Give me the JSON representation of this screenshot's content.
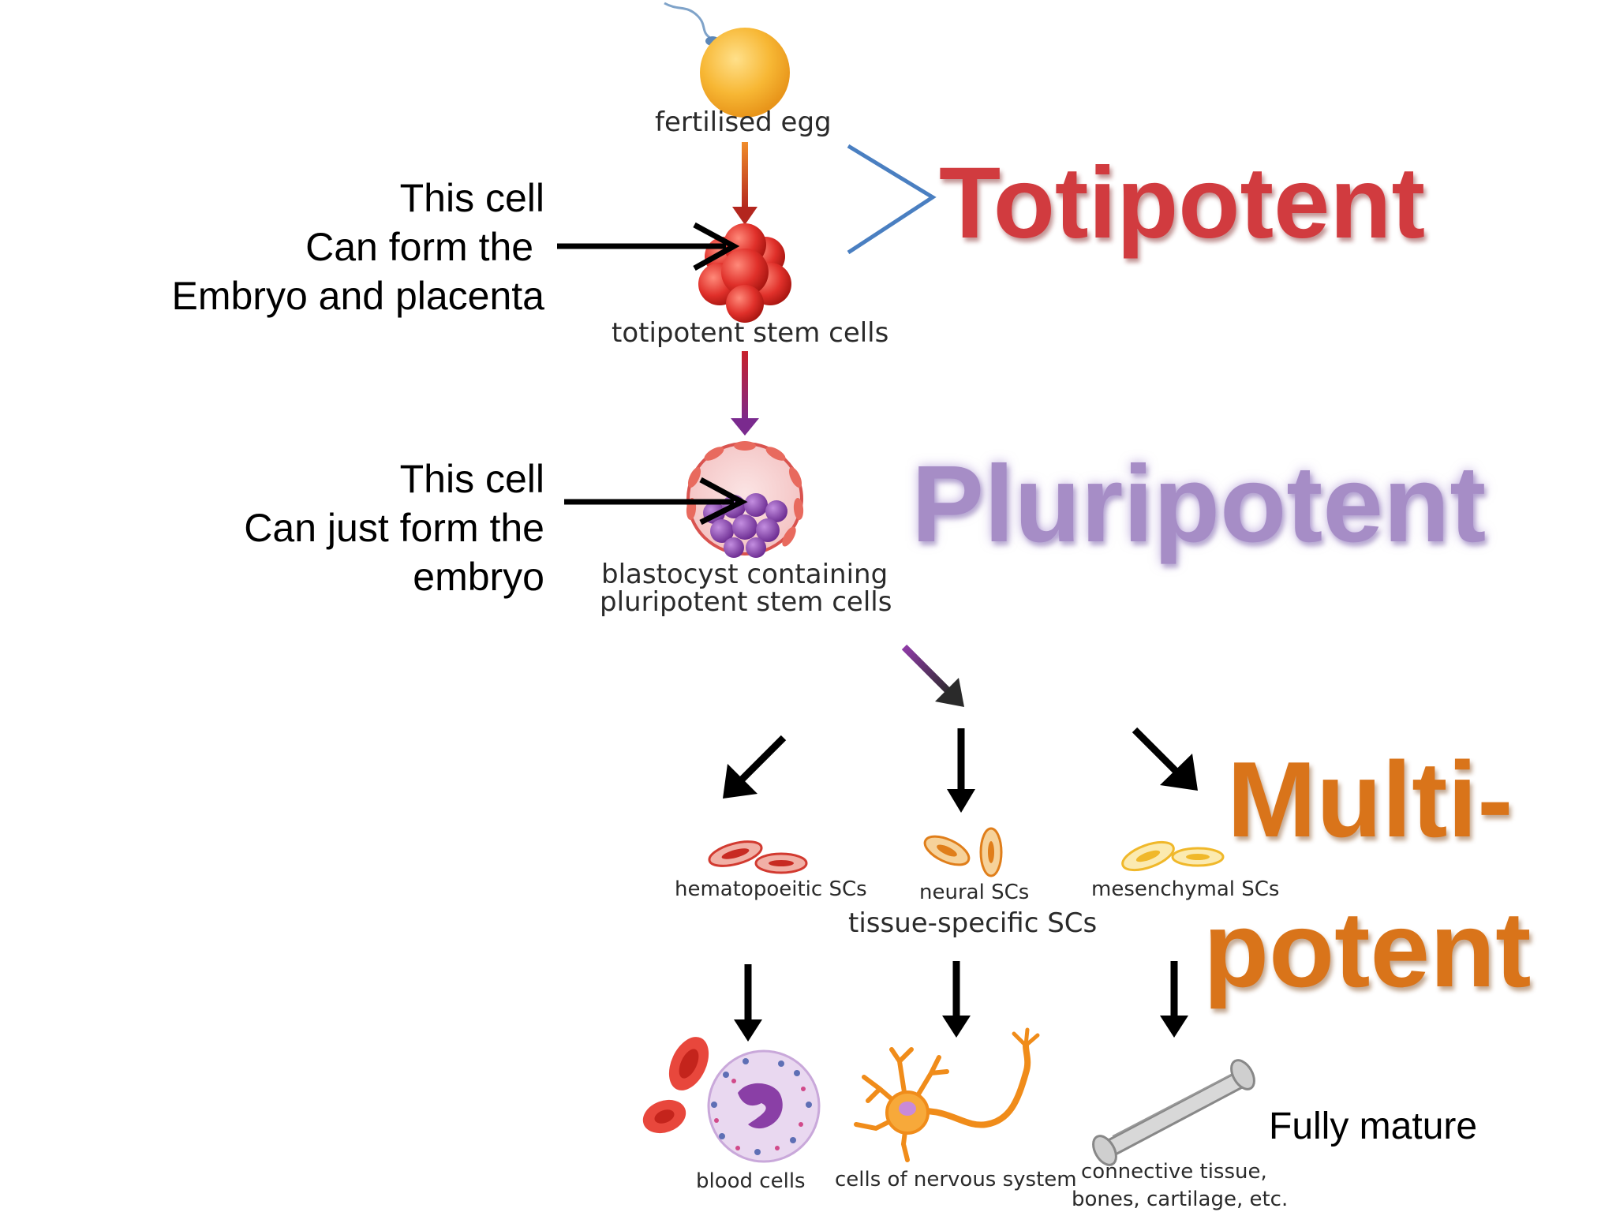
{
  "diagram": {
    "stages": {
      "fertilised_egg": "fertilised egg",
      "totipotent_cells": "totipotent stem cells",
      "blastocyst_line1": "blastocyst containing",
      "blastocyst_line2": "pluripotent stem cells",
      "hematopoietic": "hematopoeitic SCs",
      "neural": "neural SCs",
      "mesenchymal": "mesenchymal SCs",
      "tissue_specific": "tissue-specific SCs",
      "blood_cells": "blood cells",
      "nervous_cells": "cells of nervous system",
      "connective_line1": "connective tissue,",
      "connective_line2": "bones, cartilage, etc."
    },
    "notes": {
      "totipotent_note": [
        "This cell",
        "Can form the ",
        "Embryo and placenta"
      ],
      "pluripotent_note": [
        "This cell",
        "Can just form the",
        "embryo"
      ]
    },
    "categories": {
      "totipotent": "Totipotent",
      "pluripotent": "Pluripotent",
      "multipotent_line1": "Multi-",
      "multipotent_line2": "potent"
    },
    "final_label": "Fully mature",
    "colors": {
      "totipotent": "#d13b3f",
      "pluripotent": "#a68dc6",
      "multipotent": "#d9741a",
      "bracket": "#4a7fc1"
    }
  }
}
